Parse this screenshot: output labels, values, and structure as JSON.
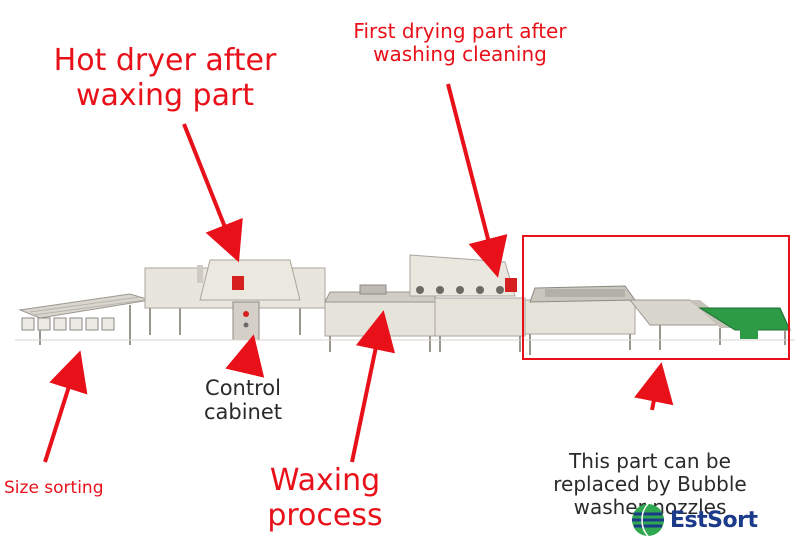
{
  "labels": {
    "hot_dryer_line1": "Hot dryer after",
    "hot_dryer_line2": "waxing part",
    "first_drying_line1": "First drying part after",
    "first_drying_line2": "washing cleaning",
    "control_line1": "Control",
    "control_line2": "cabinet",
    "size_sorting": "Size sorting",
    "waxing_line1": "Waxing",
    "waxing_line2": "process",
    "replace_line1": "This part can be",
    "replace_line2": "replaced by Bubble",
    "replace_line3": "washer nozzles"
  },
  "logo": {
    "text": "EstSort",
    "icon": "globe-logo-icon"
  },
  "colors": {
    "annotation_red": "#e8111a",
    "machine_body": "#e6e3db",
    "frame": "#c9c6bd",
    "logo_blue": "#1c3a8a",
    "logo_green": "#2fa84f"
  }
}
